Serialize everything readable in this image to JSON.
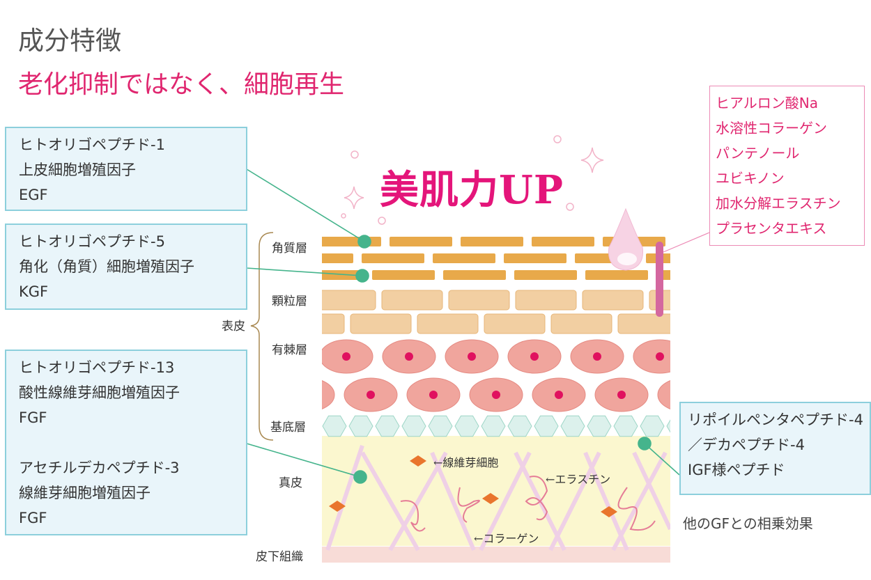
{
  "header": {
    "title": "成分特徴",
    "subtitle": "老化抑制ではなく、細胞再生"
  },
  "left_boxes": [
    {
      "lines": [
        "ヒトオリゴペプチド-1",
        "上皮細胞増殖因子",
        "EGF"
      ]
    },
    {
      "lines": [
        "ヒトオリゴペプチド-5",
        "角化（角質）細胞増殖因子",
        "KGF"
      ]
    },
    {
      "lines": [
        "ヒトオリゴペプチド-13",
        "酸性線維芽細胞増殖因子",
        "FGF",
        "アセチルデカペプチド-3",
        "線維芽細胞増殖因子",
        "FGF"
      ]
    }
  ],
  "right_box": {
    "lines": [
      "リポイルペンタペプチド-4",
      "／デカペプチド-4",
      "IGF様ペプチド"
    ]
  },
  "synergy": "他のGFとの相乗効果",
  "ingredients": [
    "ヒアルロン酸Na",
    "水溶性コラーゲン",
    "パンテノール",
    "ユビキノン",
    "加水分解エラスチン",
    "プラセンタエキス"
  ],
  "headline": "美肌力UP",
  "layers": {
    "corneum": "角質層",
    "granular": "顆粒層",
    "spinous": "有棘層",
    "basal": "基底層",
    "epidermis": "表皮",
    "dermis": "真皮",
    "subcutis": "皮下組織"
  },
  "annotations": {
    "fibroblast": "←線維芽細胞",
    "elastin": "←エラスチン",
    "collagen": "←コラーゲン"
  },
  "colors": {
    "accent": "#e0266f",
    "teal": "#45b48c",
    "box_border": "#8ccfdc",
    "box_bg": "#e9f5fa"
  }
}
